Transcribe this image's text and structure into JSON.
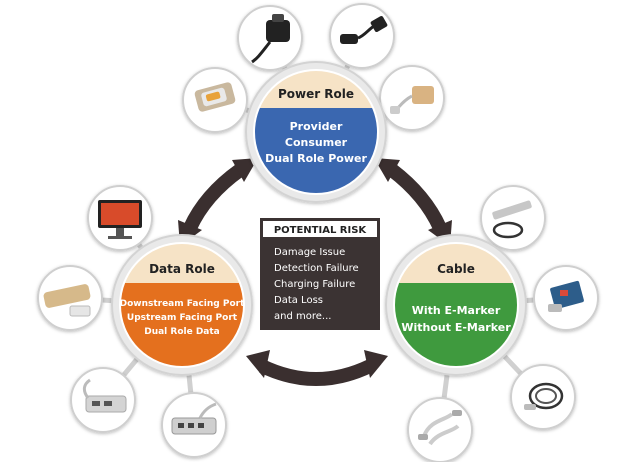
{
  "diagram": {
    "power_role": {
      "title": "Power Role",
      "items": [
        "Provider",
        "Consumer",
        "Dual Role Power"
      ],
      "color": "#3a67b0"
    },
    "data_role": {
      "title": "Data Role",
      "items": [
        "Downstream Facing Port",
        "Upstream Facing Port",
        "Dual Role Data"
      ],
      "color": "#e4701e"
    },
    "cable": {
      "title": "Cable",
      "items": [
        "With E-Marker",
        "Without E-Marker"
      ],
      "color": "#3f9a3e"
    },
    "potential_risk": {
      "header": "POTENTIAL RISK",
      "items": [
        "Damage Issue",
        "Detection Failure",
        "Charging Failure",
        "Data Loss",
        "and more..."
      ]
    },
    "colors": {
      "arrow": "#3a2f2f",
      "risk_box": "#3b3333",
      "ring": "#d9d9d9",
      "title_band": "#f6e3c6"
    },
    "device_icons": [
      "car-charger-icon",
      "usb-c-to-usb-a-adapter-icon",
      "usb-c-to-mini-displayport-adapter-icon",
      "phone-on-charging-pad-icon",
      "monitor-icon",
      "docking-station-icon",
      "usb-c-hub-icon",
      "multi-port-hub-icon",
      "laptop-cable-icon",
      "circuit-board-icon",
      "coiled-cable-icon",
      "usb-c-to-usb-c-cable-icon"
    ]
  }
}
